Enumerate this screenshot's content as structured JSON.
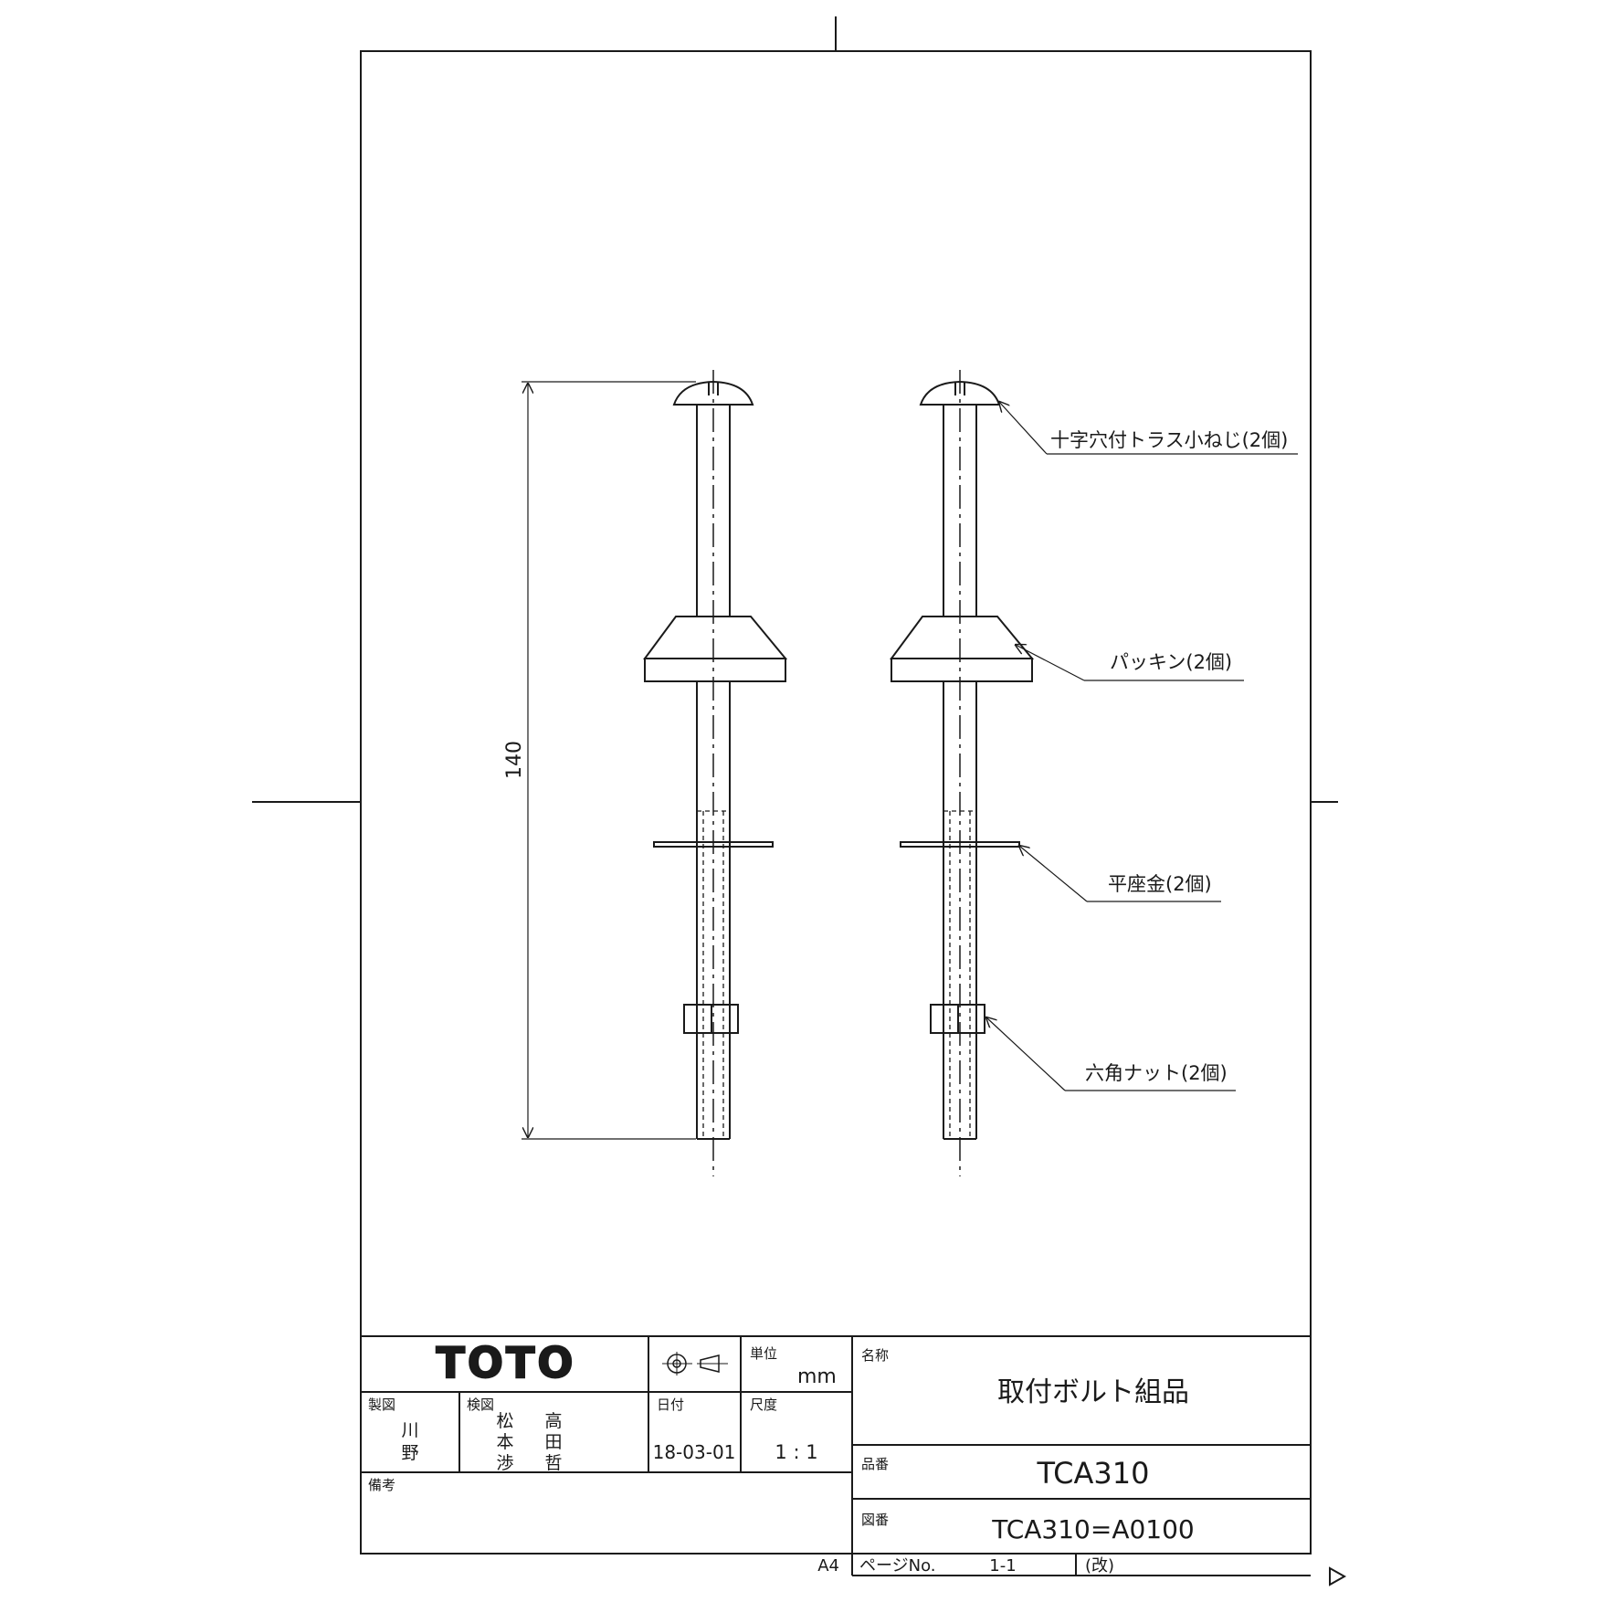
{
  "drawing": {
    "dimension_total": "140",
    "callouts": [
      {
        "label": "十字穴付トラス小ねじ(2個)"
      },
      {
        "label": "パッキン(2個)"
      },
      {
        "label": "平座金(2個)"
      },
      {
        "label": "六角ナット(2個)"
      }
    ]
  },
  "title_block": {
    "brand": "TOTO",
    "unit_label": "単位",
    "unit_value": "mm",
    "name_label": "名称",
    "name_value": "取付ボルト組品",
    "made_label": "製図",
    "made_names": [
      "川",
      "野"
    ],
    "checked_label": "検図",
    "checked_names": [
      [
        "松",
        "本",
        "渉"
      ],
      [
        "高",
        "田",
        "哲"
      ]
    ],
    "date_label": "日付",
    "date_value": "18-03-01",
    "scale_label": "尺度",
    "scale_value": "1 : 1",
    "remarks_label": "備考",
    "part_no_label": "品番",
    "part_no_value": "TCA310",
    "drawing_no_label": "図番",
    "drawing_no_value": "TCA310=A0100",
    "paper_size": "A4",
    "page_label": "ページNo.",
    "page_value": "1-1",
    "revision_label": "(改)"
  }
}
